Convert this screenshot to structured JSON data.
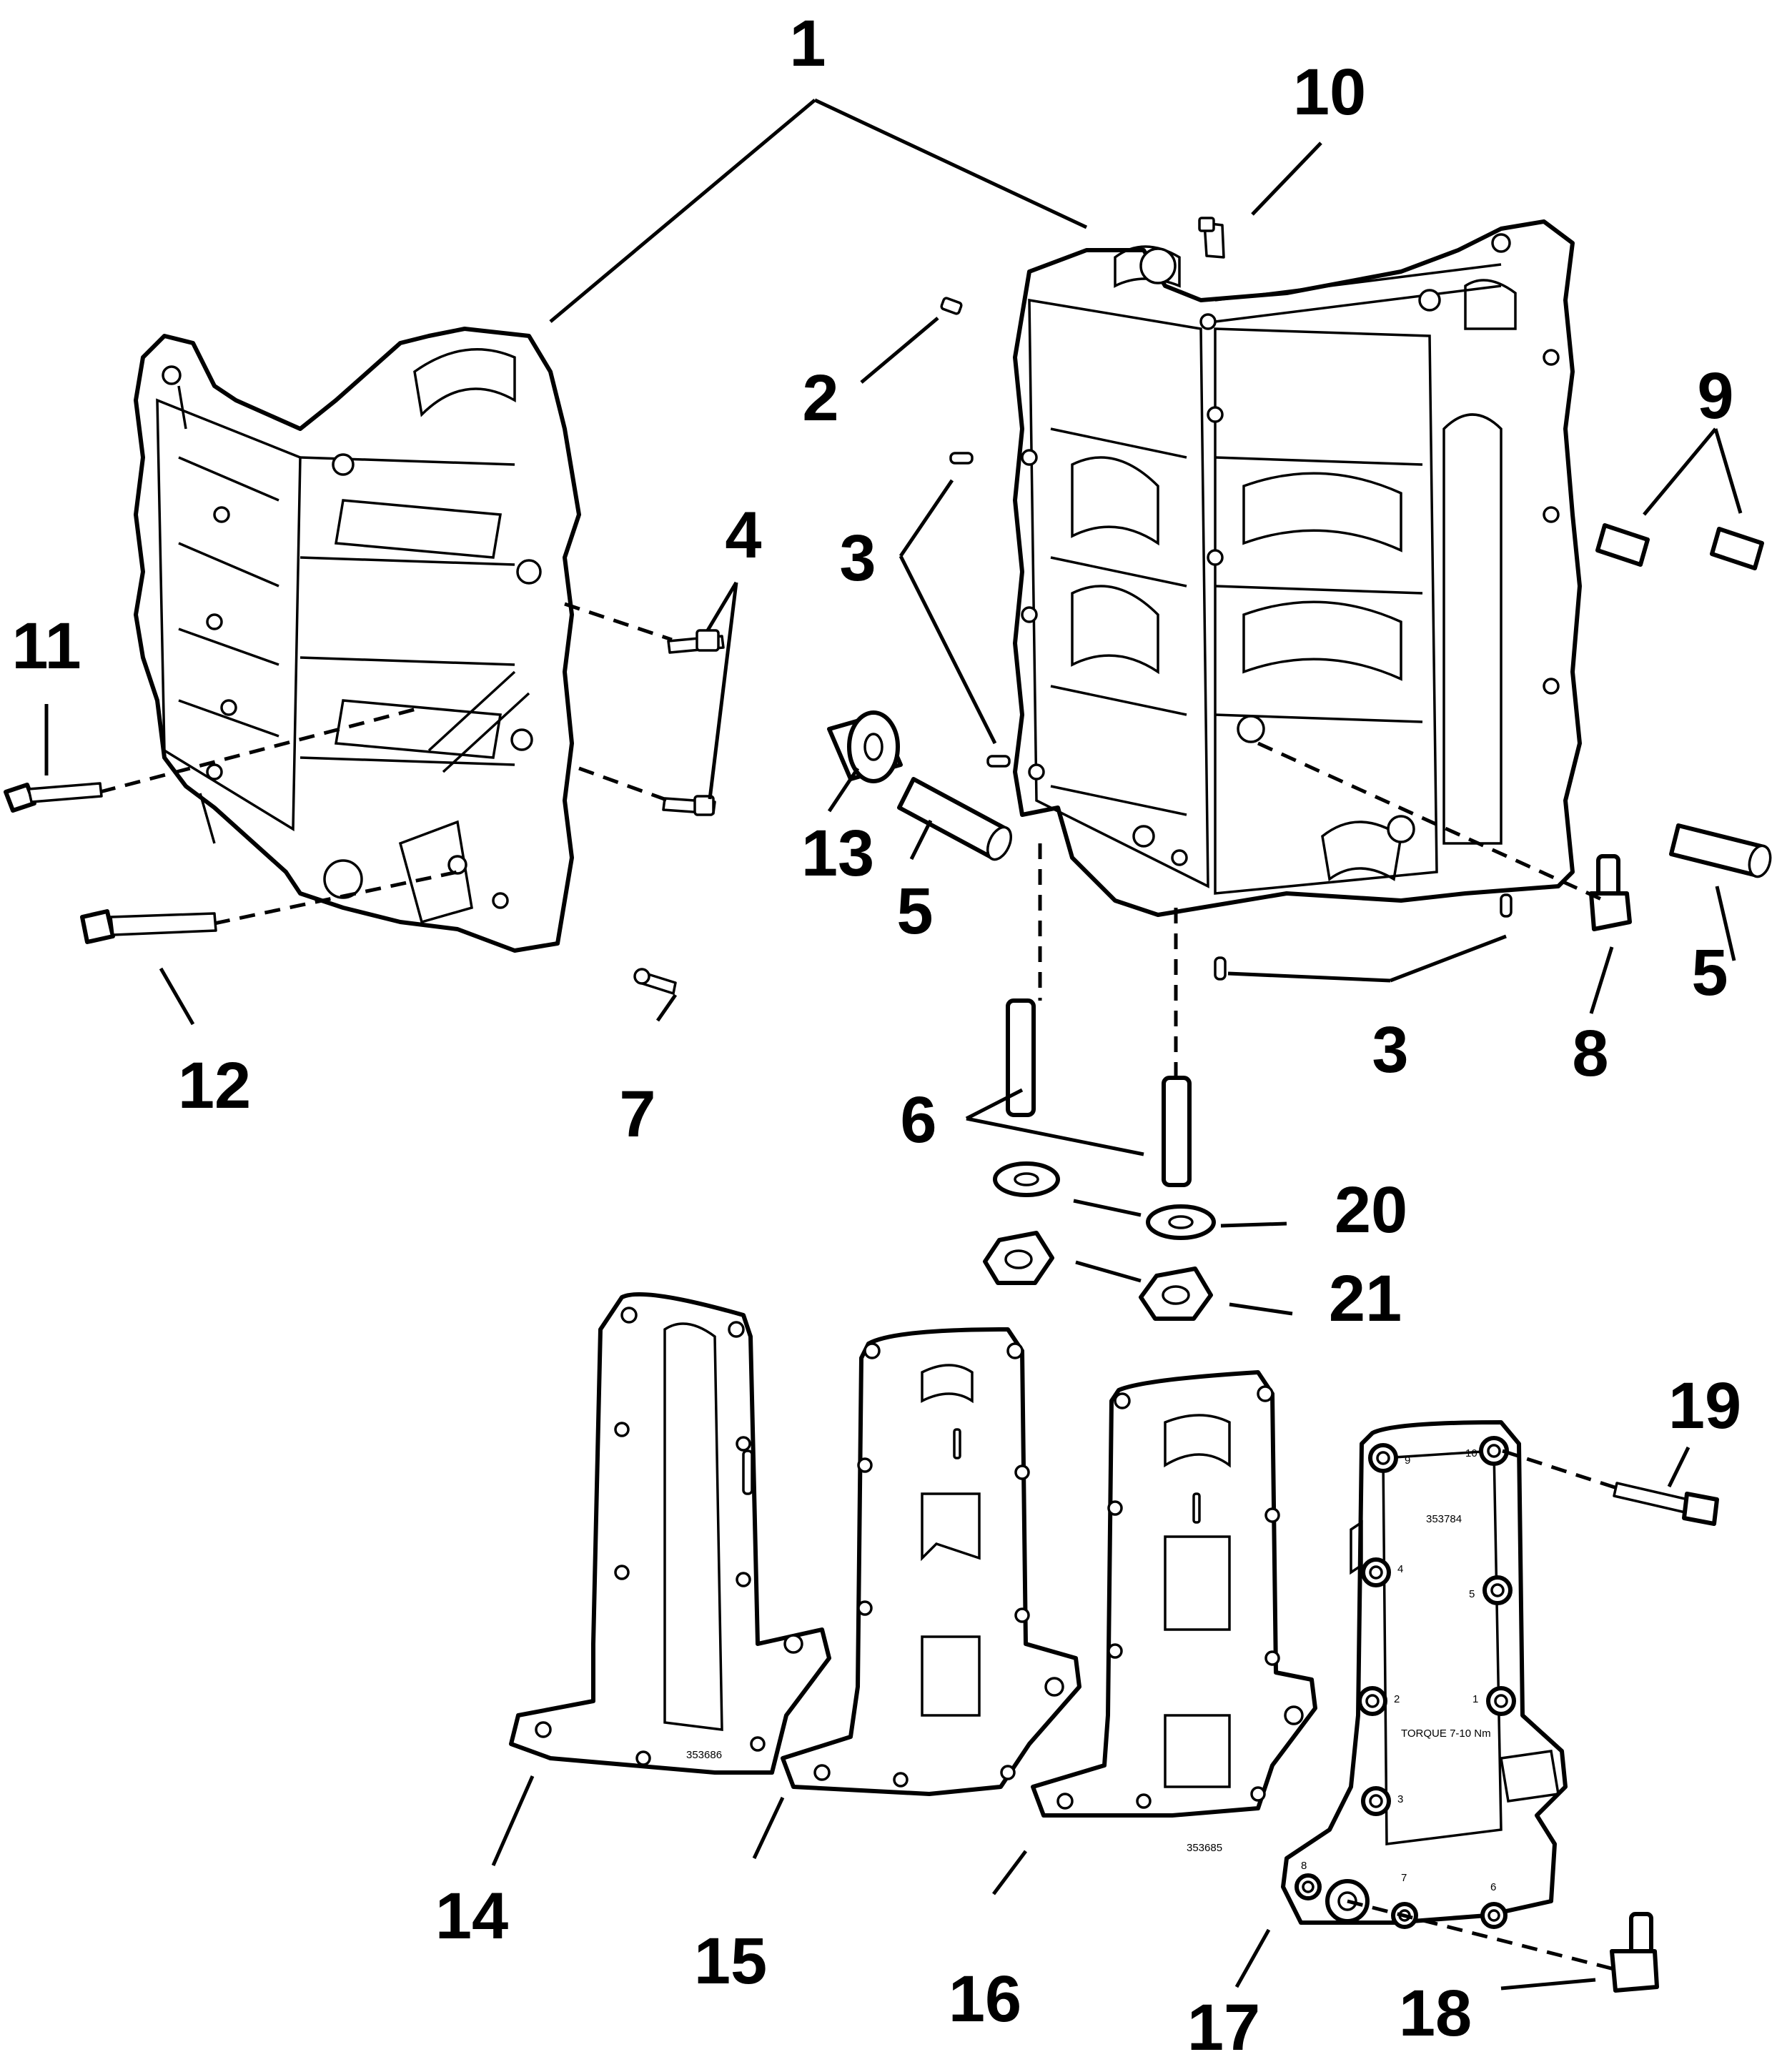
{
  "callouts": {
    "c1": "1",
    "c2": "2",
    "c3a": "3",
    "c3b": "3",
    "c4": "4",
    "c5a": "5",
    "c5b": "5",
    "c6": "6",
    "c7": "7",
    "c8": "8",
    "c9": "9",
    "c10": "10",
    "c11": "11",
    "c12": "12",
    "c13": "13",
    "c14": "14",
    "c15": "15",
    "c16": "16",
    "c17": "17",
    "c18": "18",
    "c19": "19",
    "c20": "20",
    "c21": "21"
  },
  "part_markings": {
    "gasket14": "353686",
    "gasket16": "353685",
    "cover17_part": "353784",
    "cover17_torque": "TORQUE 7-10 Nm",
    "bolt_sequence": [
      "9",
      "10",
      "4",
      "5",
      "2",
      "1",
      "3",
      "8",
      "7",
      "6"
    ]
  }
}
